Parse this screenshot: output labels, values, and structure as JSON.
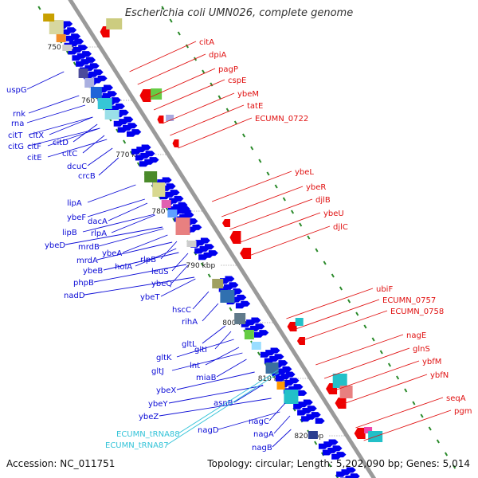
{
  "title": "Escherichia coli UMN026, complete genome",
  "footer": {
    "accession": "Accession: NC_011751",
    "summary": "Topology: circular; Length: 5,202,090 bp; Genes: 5,014"
  },
  "colors": {
    "backbone": "#9a9a9a",
    "forward_gene": "#0000ee",
    "reverse_gene": "#ee0000",
    "trna": "#33cccc",
    "label_left": "#0b0bd6",
    "label_right": "#e01010",
    "label_trna": "#33c3d8",
    "tick_green": "#2a8a2a"
  },
  "scale_marks": [
    "750 kbp",
    "760 kbp",
    "770 kbp",
    "780 kbp",
    "790 kbp",
    "800 kbp",
    "810 kbp",
    "820 kbp"
  ],
  "left_labels": [
    "uspG",
    "rnk",
    "rna",
    "citT",
    "citX",
    "citG",
    "citF",
    "citD",
    "citE",
    "citC",
    "dcuC",
    "crcB",
    "lipA",
    "ybeF",
    "dacA",
    "lipB",
    "rlpA",
    "ybeD",
    "mrdB",
    "ybeA",
    "mrdA",
    "rlpB",
    "ybeB",
    "holA",
    "phpB",
    "leuS",
    "nadD",
    "ybeQ",
    "ybeT",
    "hscC",
    "rihA",
    "gltL",
    "gltI",
    "gltK",
    "lnt",
    "gltJ",
    "miaB",
    "ybeX",
    "ybeY",
    "asnB",
    "ybeZ",
    "nagC",
    "nagD",
    "nagA",
    "nagB"
  ],
  "trna_labels": [
    "ECUMN_tRNA88",
    "ECUMN_tRNA87"
  ],
  "right_labels": [
    "citA",
    "dpiA",
    "pagP",
    "cspE",
    "ybeM",
    "tatE",
    "ECUMN_0722",
    "ybeL",
    "ybeR",
    "djlB",
    "ybeU",
    "djlC",
    "ubiF",
    "ECUMN_0757",
    "ECUMN_0758",
    "nagE",
    "glnS",
    "ybfM",
    "ybfN",
    "seqA",
    "pgm"
  ]
}
